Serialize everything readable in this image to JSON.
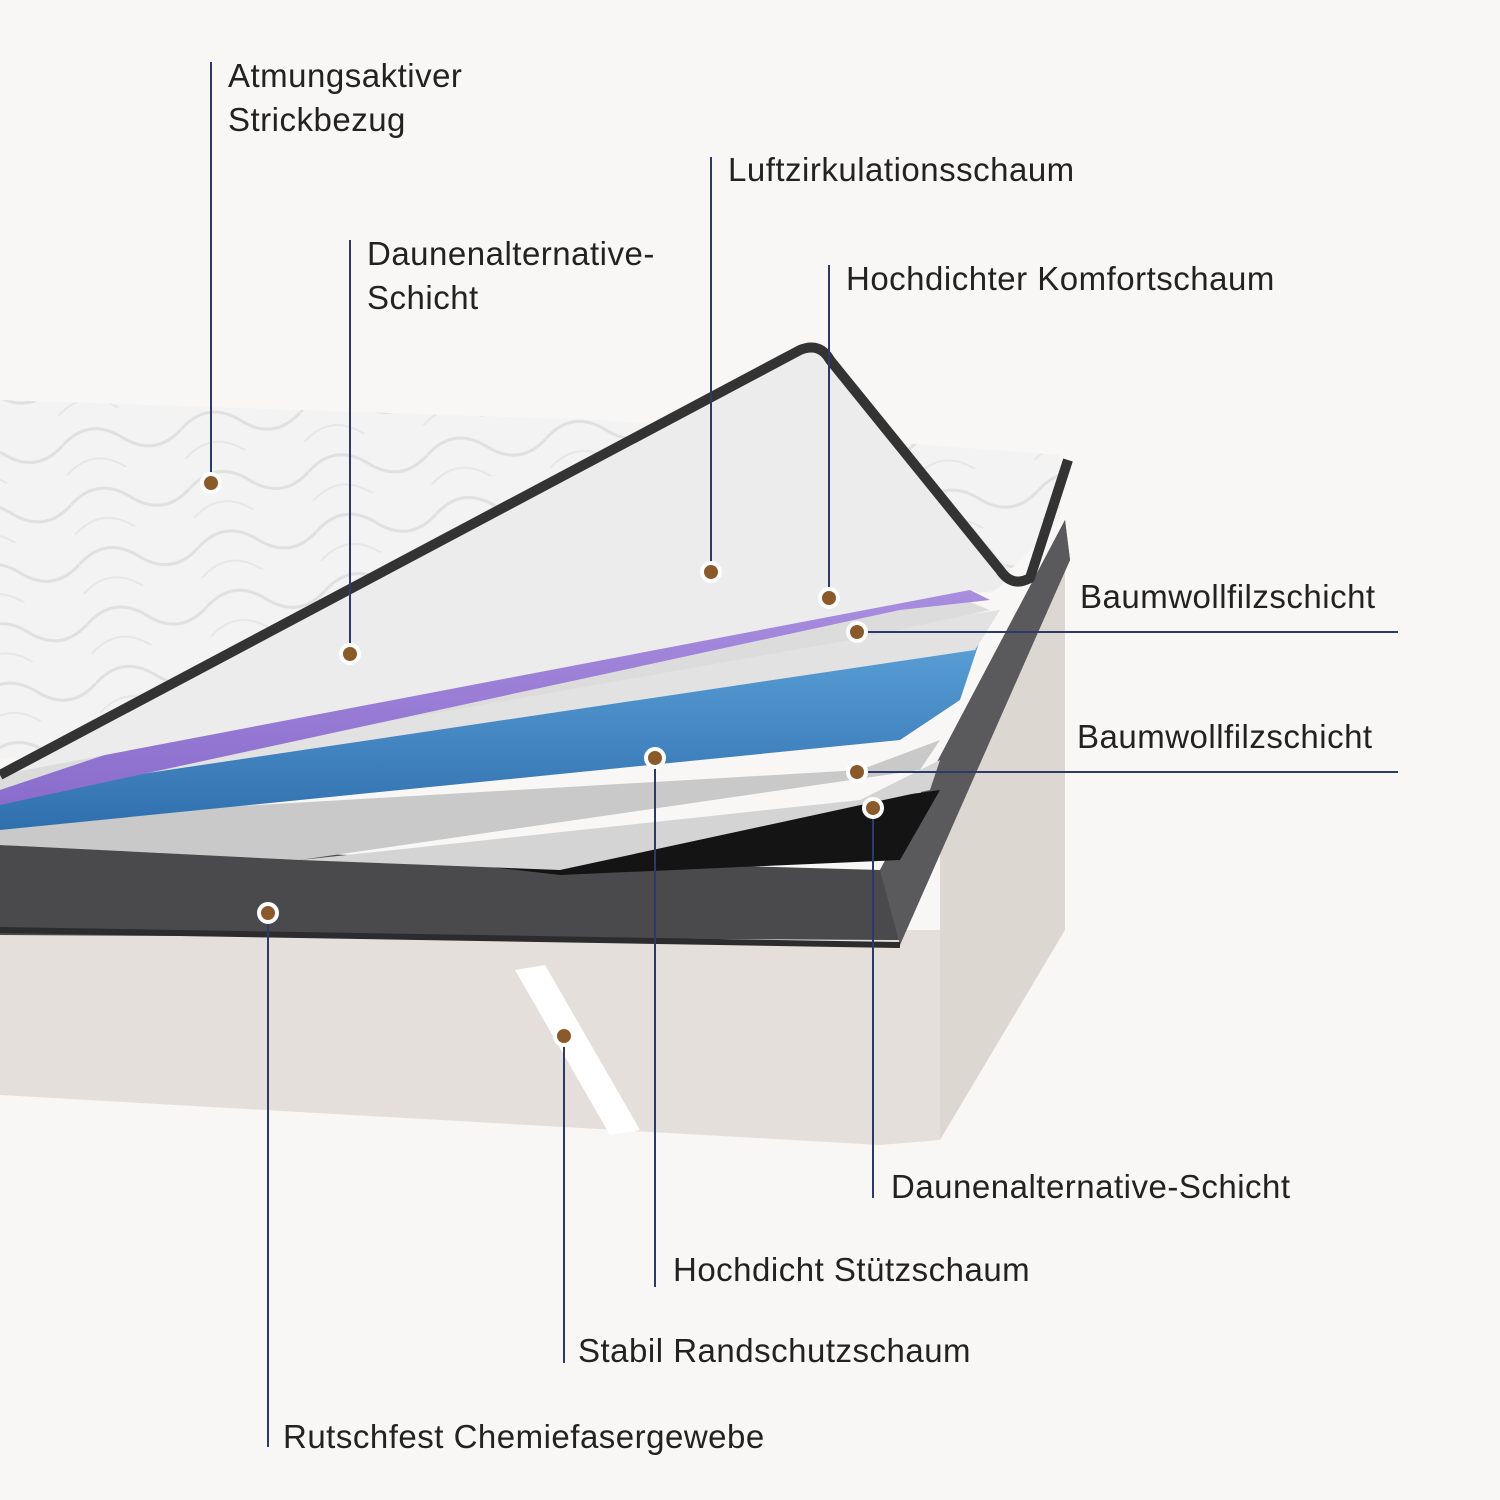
{
  "diagram": {
    "type": "mattress-layer-cross-section",
    "colors": {
      "background": "#f8f7f5",
      "callout_line": "#2b3a6b",
      "callout_dot": "#8b5a2b",
      "dot_ring": "#ffffff",
      "knit_cover": "#f2f2f2",
      "border_dark": "#3a3a3c",
      "purple_foam": "#9a7fd6",
      "blue_foam": "#3f86c4",
      "felt_gray": "#d9d9d9",
      "base_beige": "#e4dfdb"
    },
    "labels": [
      {
        "id": "knit-cover",
        "line1": "Atmungsaktiver",
        "line2": "Strickbezug"
      },
      {
        "id": "down-alt-top",
        "line1": "Daunenalternative-",
        "line2": "Schicht"
      },
      {
        "id": "air-foam",
        "text": "Luftzirkulationsschaum"
      },
      {
        "id": "comfort-foam",
        "text": "Hochdichter Komfortschaum"
      },
      {
        "id": "felt-1",
        "text": "Baumwollfilzschicht"
      },
      {
        "id": "felt-2",
        "text": "Baumwollfilzschicht"
      },
      {
        "id": "down-alt-bottom",
        "text": "Daunenalternative-Schicht"
      },
      {
        "id": "support-foam",
        "text": "Hochdicht Stützschaum"
      },
      {
        "id": "edge-foam",
        "text": "Stabil Randschutzschaum"
      },
      {
        "id": "nonslip",
        "text": "Rutschfest Chemiefasergewebe"
      }
    ]
  }
}
